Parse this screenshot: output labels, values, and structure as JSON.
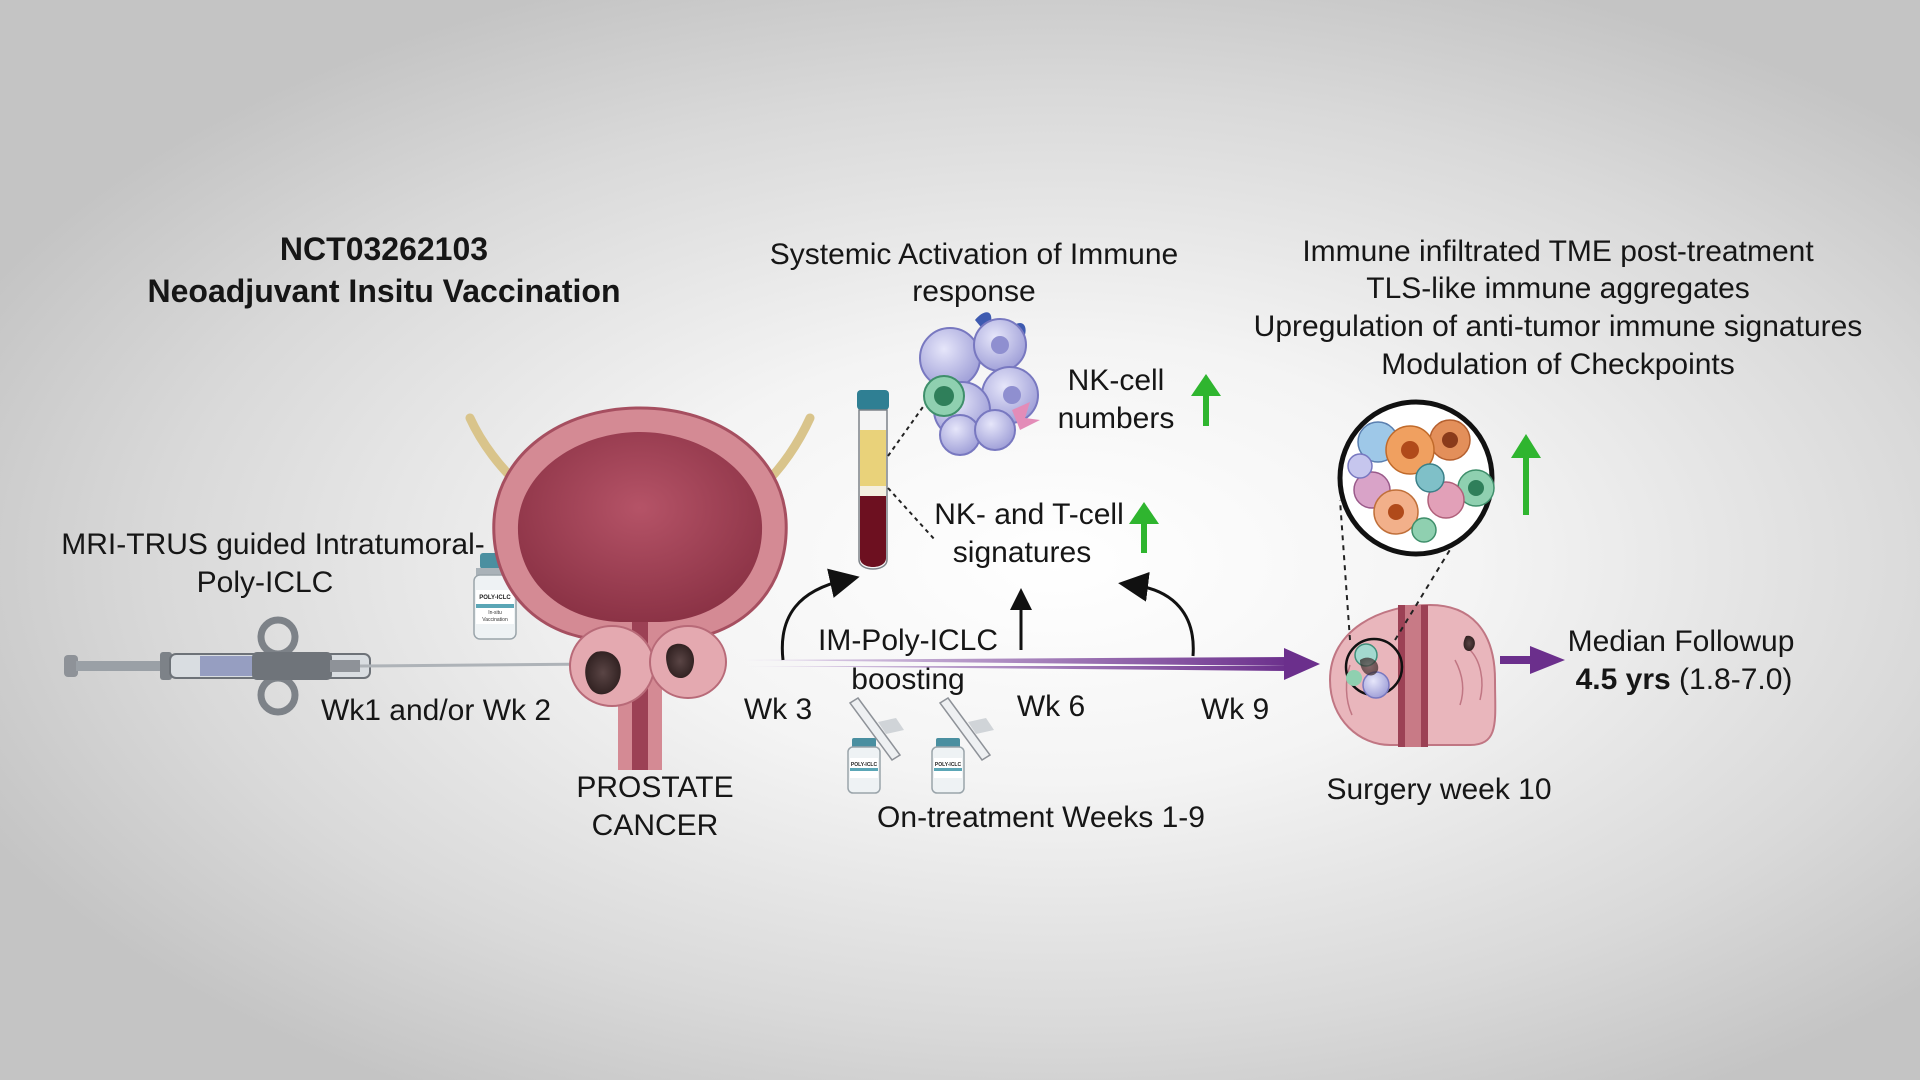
{
  "title": {
    "trial_id": "NCT03262103",
    "subtitle": "Neoadjuvant Insitu Vaccination"
  },
  "injection": {
    "label_line1": "MRI-TRUS guided Intratumoral-",
    "label_line2": "Poly-ICLC",
    "vial_label_brand": "POLY-ICLC",
    "vial_label_line1": "In-situ",
    "vial_label_line2": "Vaccination",
    "timing": "Wk1 and/or Wk 2"
  },
  "prostate": {
    "label_line1": "PROSTATE",
    "label_line2": "CANCER"
  },
  "systemic": {
    "heading_line1": "Systemic Activation of Immune",
    "heading_line2": "response",
    "nk_numbers_line1": "NK-cell",
    "nk_numbers_line2": "numbers",
    "signatures_line1": "NK- and T-cell",
    "signatures_line2": "signatures"
  },
  "timeline": {
    "boost_line1": "IM-Poly-ICLC",
    "boost_line2": "boosting",
    "wk3": "Wk 3",
    "wk6": "Wk 6",
    "wk9": "Wk 9",
    "on_treatment": "On-treatment Weeks 1-9",
    "boost_vial_brand": "POLY-ICLC"
  },
  "post_treatment": {
    "line1": "Immune infiltrated TME post-treatment",
    "line2": "TLS-like immune aggregates",
    "line3": "Upregulation of anti-tumor immune signatures",
    "line4": "Modulation of Checkpoints",
    "surgery": "Surgery week 10"
  },
  "followup": {
    "label": "Median Followup",
    "value_bold": "4.5 yrs",
    "value_rest": " (1.8-7.0)"
  },
  "colors": {
    "timeline_purple": "#6b2f8c",
    "up_arrow_green": "#2fb52f",
    "bladder_pink": "#c87a86",
    "bladder_inner": "#a8485a",
    "tumor_dark": "#3d2c2c",
    "blood_red": "#6d1020",
    "plasma_yellow": "#e9d27a"
  }
}
